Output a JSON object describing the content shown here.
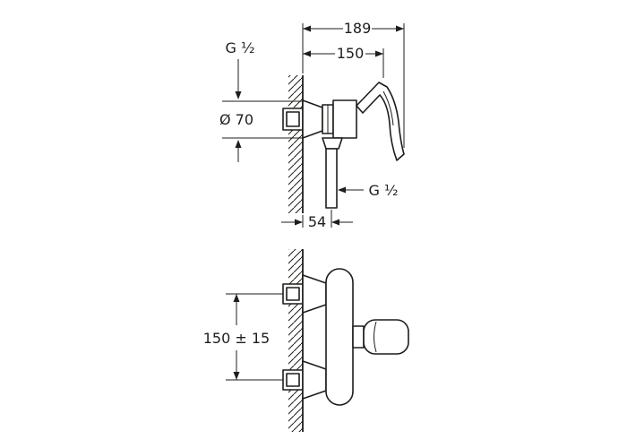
{
  "ink": "#1d1d1b",
  "background": "#ffffff",
  "side_view": {
    "dim_depth_total": "189",
    "dim_depth_body": "150",
    "label_inlet_thread": "G ¹⁄₂",
    "dim_escutcheon_dia": "Ø 70",
    "label_outlet_thread": "G ¹⁄₂",
    "dim_outlet_offset": "54"
  },
  "plan_view": {
    "dim_inlet_spacing": "150 ± 15"
  }
}
